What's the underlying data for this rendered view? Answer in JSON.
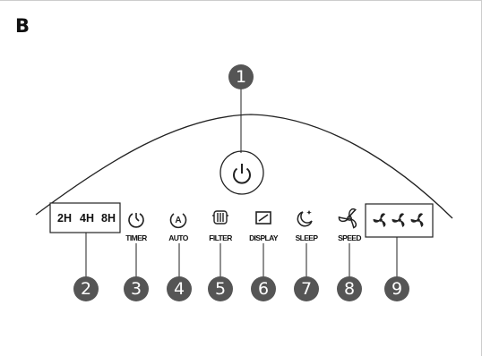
{
  "panel_label": "B",
  "timer_options": [
    "2H",
    "4H",
    "8H"
  ],
  "controls": {
    "timer": "TIMER",
    "auto": "AUTO",
    "filter": "FILTER",
    "display": "DISPLAY",
    "sleep": "SLEEP",
    "speed": "SPEED"
  },
  "callouts": [
    "1",
    "2",
    "3",
    "4",
    "5",
    "6",
    "7",
    "8",
    "9"
  ],
  "icons": {
    "power": "power-icon",
    "timer": "timer-icon",
    "auto": "auto-mode-icon",
    "filter": "filter-icon",
    "display": "display-icon",
    "sleep": "sleep-moon-icon",
    "speed": "fan-speed-icon",
    "fan_levels": [
      "fan-low-icon",
      "fan-medium-icon",
      "fan-high-icon"
    ]
  },
  "colors": {
    "callout_fill": "#555555",
    "line": "#222222",
    "frame": "#cccccc"
  }
}
